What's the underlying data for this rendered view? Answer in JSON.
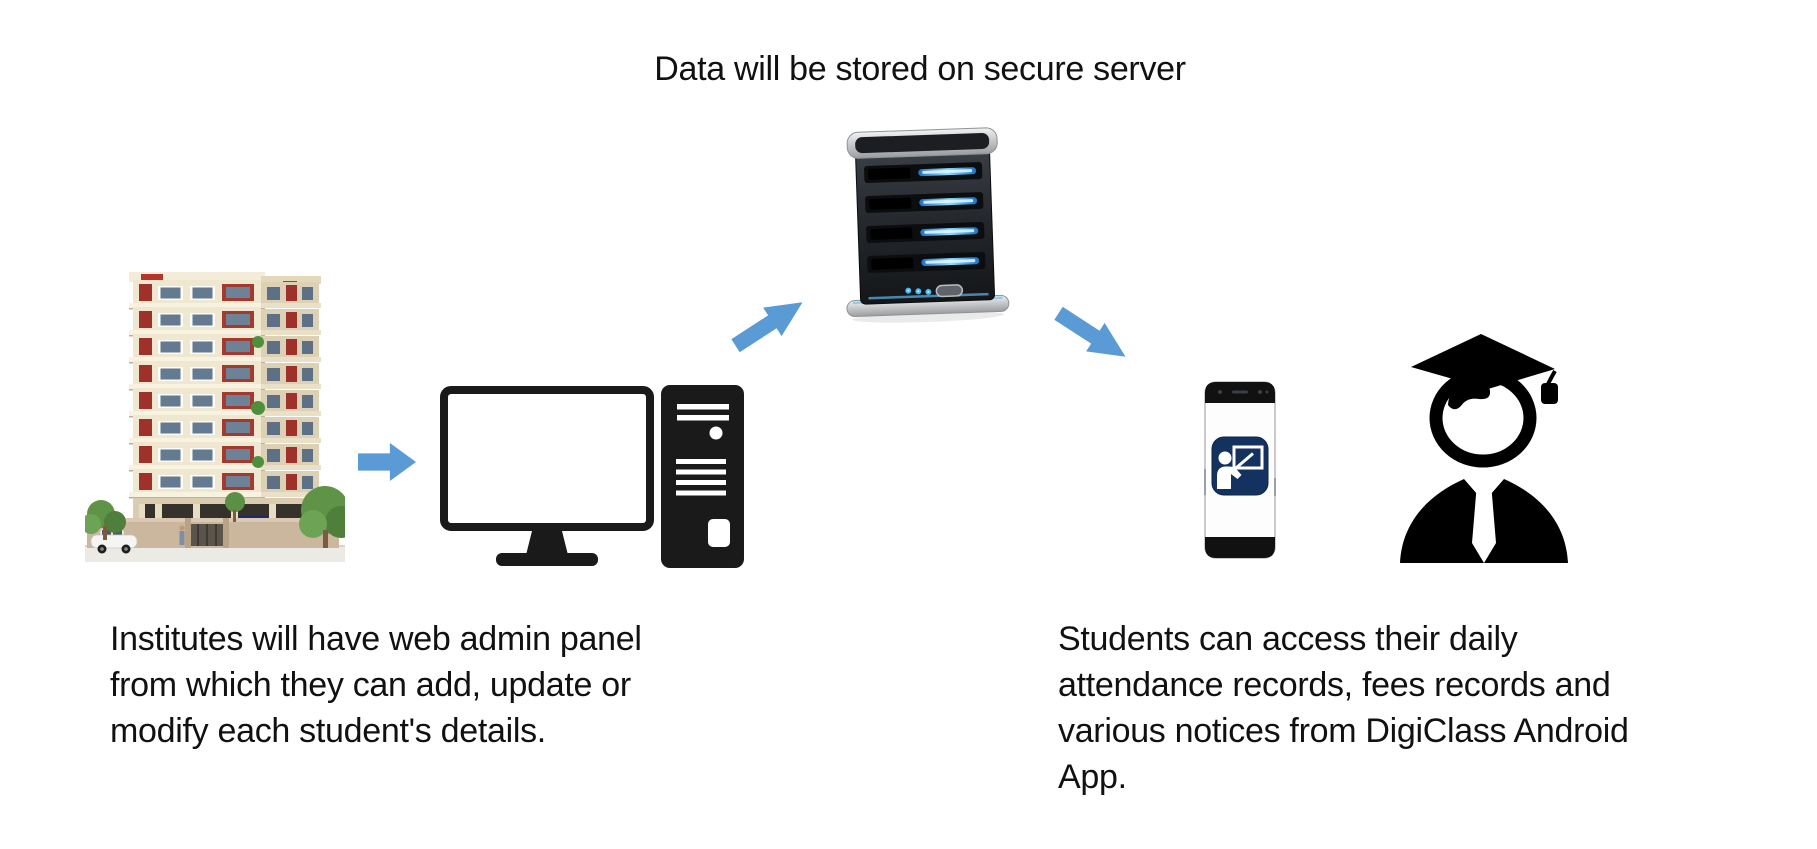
{
  "diagram": {
    "title": "Data will be stored on secure server",
    "captions": {
      "institute": "Institutes will have web admin panel\nfrom which they can add, update or\nmodify each student's details.",
      "students": "Students can access their daily\nattendance records, fees records and\nvarious notices from DigiClass Android\nApp."
    },
    "nodes": {
      "institute_building": {
        "icon": "institute-building-photo"
      },
      "admin_computer": {
        "icon": "desktop-computer-icon"
      },
      "secure_server": {
        "icon": "server-tower-icon"
      },
      "student_phone": {
        "icon": "smartphone-digiclass-app-icon"
      },
      "graduate_student": {
        "icon": "graduate-student-icon"
      }
    },
    "arrows": [
      "building-to-computer-right",
      "computer-to-server-up-right",
      "server-to-phone-down-right"
    ],
    "colors": {
      "background": "#ffffff",
      "arrow_blue": "#5B9BD5",
      "icon_black": "#1a1a1a",
      "app_icon_navy": "#14325f",
      "server_led_blue": "#4fc3f7"
    }
  }
}
